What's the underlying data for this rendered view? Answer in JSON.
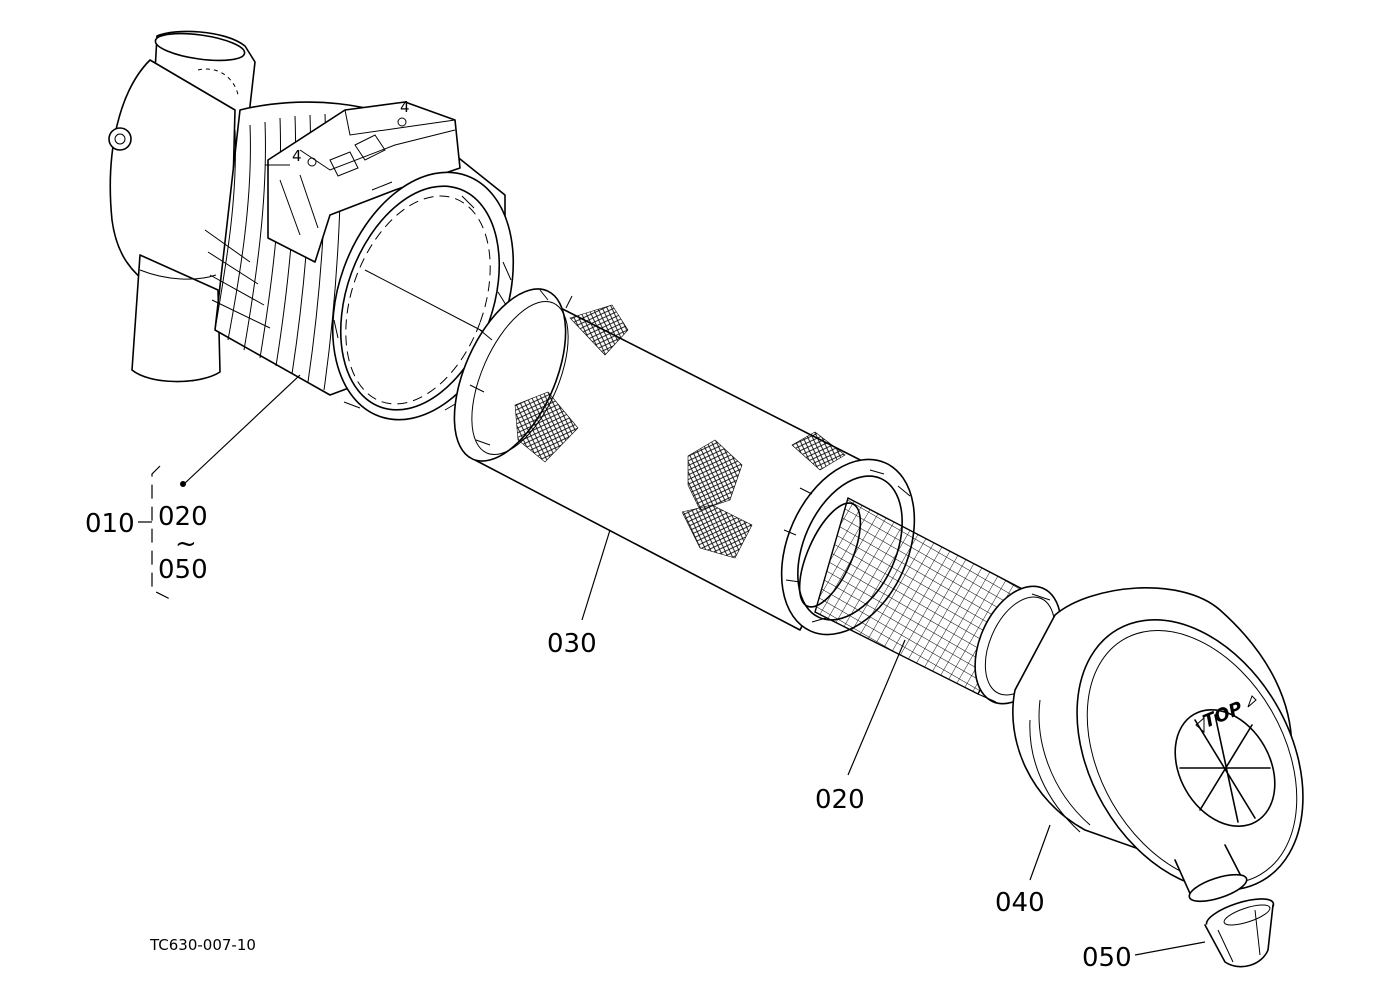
{
  "diagram_code": "TC630-007-10",
  "labels": {
    "assembly": "010",
    "range_start": "020",
    "range_sep": "~",
    "range_end": "050",
    "outer_element": "030",
    "inner_element": "020",
    "cover": "040",
    "valve": "050"
  },
  "cover_marking": "TOP"
}
